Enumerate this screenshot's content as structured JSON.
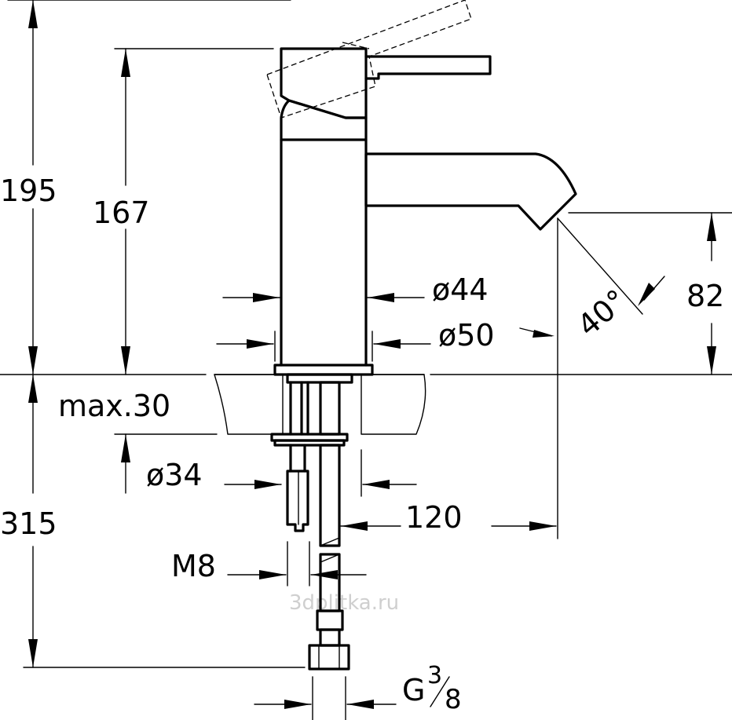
{
  "dimensions": {
    "total_height": "195",
    "spout_height_body": "167",
    "spout_clearance": "82",
    "body_diameter": "ø44",
    "base_diameter": "ø50",
    "lever_angle": "40°",
    "max_deck_thickness": "max.30",
    "shank_diameter": "ø34",
    "spout_projection": "120",
    "below_deck_length": "315",
    "stud_thread": "M8",
    "connection_thread_prefix": "G",
    "connection_thread_num": "3",
    "connection_thread_den": "8"
  },
  "watermark": "3dplitka.ru",
  "colors": {
    "line": "#000000",
    "watermark": "#cfcfcf",
    "background": "#ffffff"
  }
}
